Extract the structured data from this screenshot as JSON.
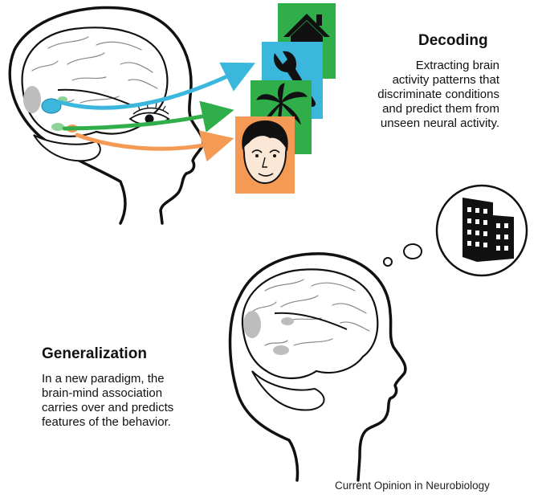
{
  "decoding": {
    "title": "Decoding",
    "description_lines": [
      "Extracting brain",
      "activity patterns that",
      "discriminate conditions",
      "and predict them from",
      "unseen neural activity."
    ]
  },
  "generalization": {
    "title": "Generalization",
    "description_lines": [
      "In a new paradigm, the",
      "brain-mind association",
      "carries over and predicts",
      "features of the behavior."
    ]
  },
  "credit": "Current Opinion in Neurobiology",
  "stimulus_cards": [
    {
      "icon": "house-icon",
      "color": "#2fae4a"
    },
    {
      "icon": "wrench-icon",
      "color": "#3bb6dd"
    },
    {
      "icon": "palm-tree-icon",
      "color": "#2fae4a"
    },
    {
      "icon": "face-icon",
      "color": "#f59a55"
    }
  ],
  "arrow_colors": {
    "blue": "#3bb6dd",
    "green": "#2fae4a",
    "orange": "#f59a55"
  },
  "thought_bubble_icon": "building-icon"
}
